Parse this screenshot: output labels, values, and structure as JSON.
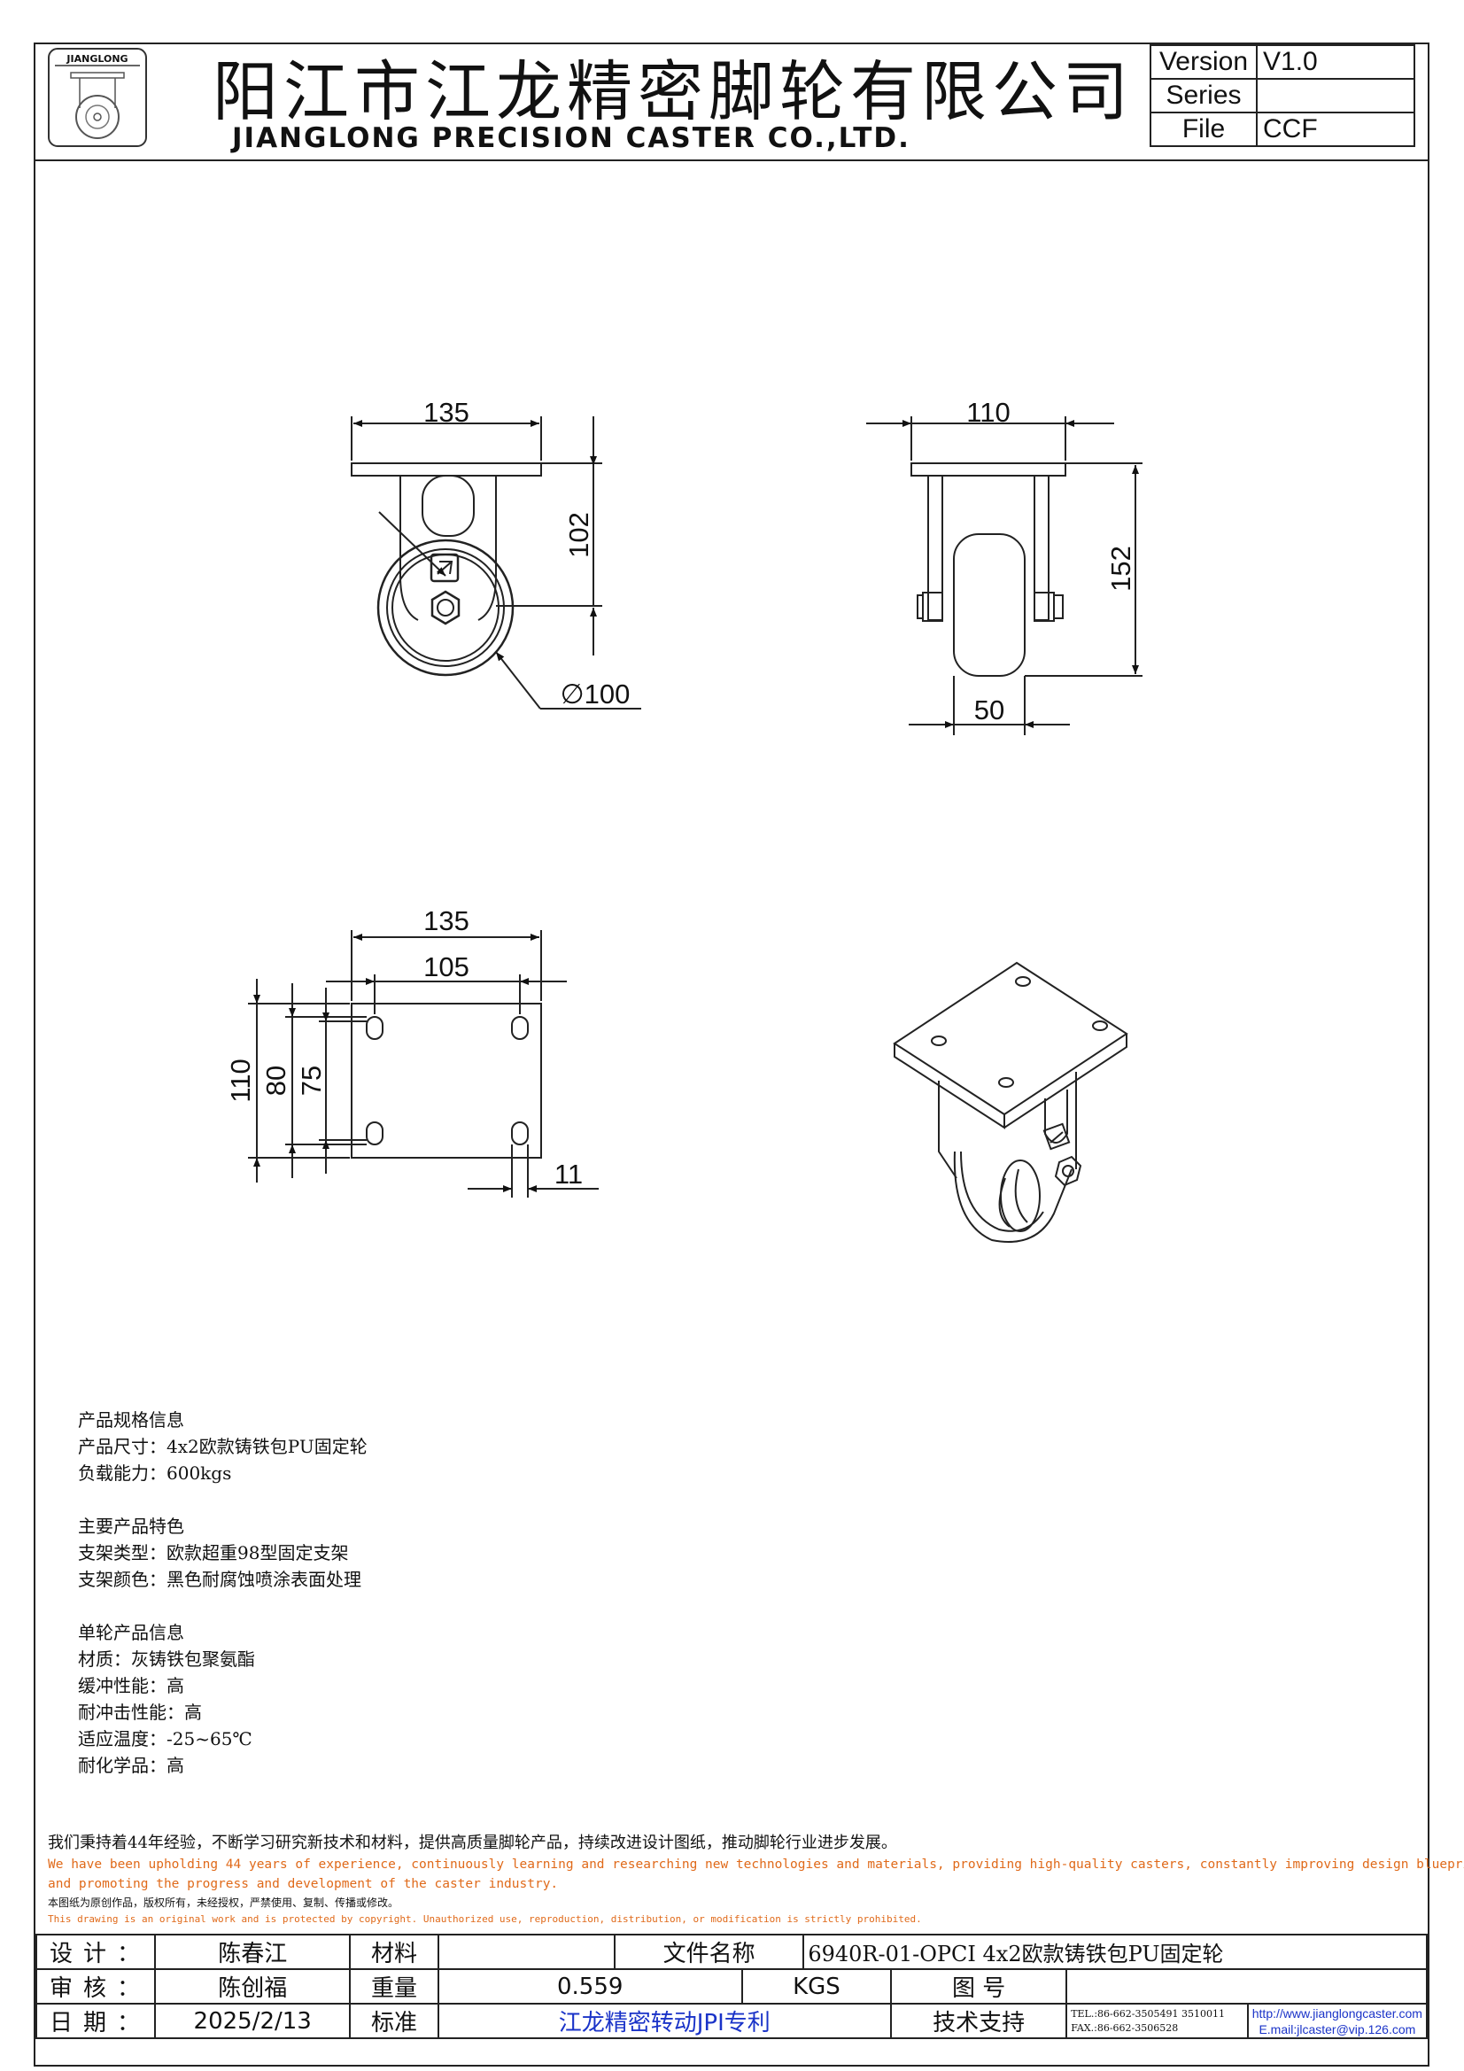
{
  "header": {
    "logo_text": "JIANGLONG",
    "title_cn": "阳江市江龙精密脚轮有限公司",
    "title_en": "JIANGLONG PRECISION CASTER CO.,LTD.",
    "version_label": "Version",
    "version_value": "V1.0",
    "series_label": "Series",
    "series_value": "",
    "file_label": "File",
    "file_value": "CCF"
  },
  "dimensions": {
    "front_width": "135",
    "front_height": "102",
    "wheel_diameter": "∅100",
    "side_width": "110",
    "side_height": "152",
    "wheel_width": "50",
    "plate_width": "135",
    "hole_span_x": "105",
    "plate_height": "110",
    "hole_span_y_outer": "80",
    "hole_span_y_inner": "75",
    "slot_width": "11"
  },
  "specs": {
    "section1_title": "产品规格信息",
    "size": "产品尺寸：4x2欧款铸铁包PU固定轮",
    "load": "负载能力：600kgs",
    "section2_title": "主要产品特色",
    "bracket_type": "支架类型：欧款超重98型固定支架",
    "bracket_color": "支架颜色：黑色耐腐蚀喷涂表面处理",
    "section3_title": "单轮产品信息",
    "material": "材质：灰铸铁包聚氨酯",
    "cushion": "缓冲性能：高",
    "impact": "耐冲击性能：高",
    "temp": "适应温度：-25~65℃",
    "chemical": "耐化学品：高"
  },
  "notes": {
    "cn": "我们秉持着44年经验，不断学习研究新技术和材料，提供高质量脚轮产品，持续改进设计图纸，推动脚轮行业进步发展。",
    "en_line1": "We have been upholding 44 years of experience, continuously learning and researching new technologies and materials, providing high-quality casters, constantly improving design blueprints,",
    "en_line2": "and promoting the progress and development of the caster industry.",
    "copyright_cn": "本图纸为原创作品，版权所有，未经授权，严禁使用、复制、传播或修改。",
    "copyright_en": "This drawing is an original work and is protected by copyright. Unauthorized use, reproduction, distribution, or modification is strictly prohibited."
  },
  "title_block": {
    "design_label": "设计：",
    "designer": "陈春江",
    "material_label": "材料",
    "material_value": "",
    "filename_label": "文件名称",
    "filename_value": "6940R-01-OPCI 4x2欧款铸铁包PU固定轮",
    "review_label": "审核：",
    "reviewer": "陈创福",
    "weight_label": "重量",
    "weight_value": "0.559",
    "weight_unit": "KGS",
    "drawing_no_label": "图    号",
    "drawing_no_value": "",
    "date_label": "日期：",
    "date_value": "2025/2/13",
    "standard_label": "标准",
    "standard_value": "江龙精密转动JPI专利",
    "support_label": "技术支持",
    "tel": "TEL.:86-662-3505491 3510011",
    "fax": "FAX.:86-662-3506528",
    "website": "http://www.jianglongcaster.com",
    "email": "E.mail:jlcaster@vip.126.com"
  }
}
